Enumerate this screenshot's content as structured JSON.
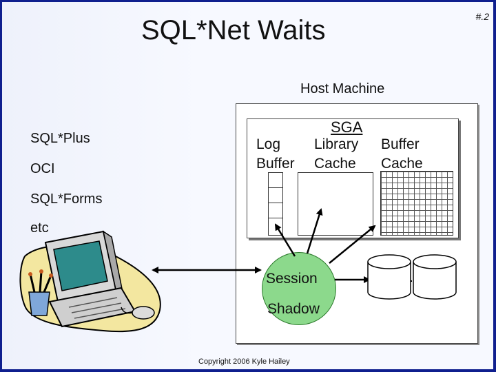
{
  "slide": {
    "title": "SQL*Net Waits",
    "slide_number": "#.2",
    "copyright": "Copyright 2006 Kyle Hailey"
  },
  "client": {
    "tools": [
      "SQL*Plus",
      "OCI",
      "SQL*Forms",
      "etc"
    ]
  },
  "host": {
    "label": "Host Machine",
    "sga": {
      "label": "SGA",
      "columns": [
        "Log\nBuffer",
        "Library\nCache",
        "Buffer\nCache"
      ]
    },
    "session": {
      "label": "Session",
      "shadow_label": "Shadow"
    }
  },
  "colors": {
    "frame": "#0f1f8e",
    "session_fill": "#8cd98c",
    "disk_fill": "#ffffff"
  },
  "icons": {
    "client_computer": "computer-icon",
    "disks": "disk-icon",
    "arrows": "arrow-icon"
  }
}
